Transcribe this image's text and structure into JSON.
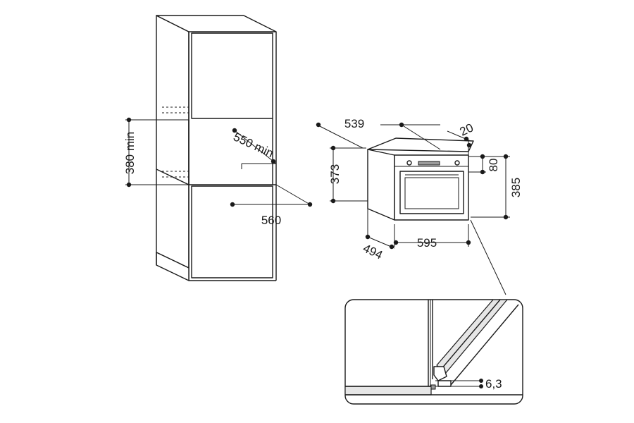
{
  "dimensions": {
    "niche_height_min": "380 min",
    "niche_depth_min": "550 min",
    "niche_width": "560",
    "oven_depth_top": "539",
    "oven_panel_offset": "20",
    "oven_height_body": "373",
    "oven_top_band": "80",
    "oven_total_height": "385",
    "oven_width": "595",
    "oven_depth_bottom": "494",
    "detail_gap": "6,3"
  }
}
